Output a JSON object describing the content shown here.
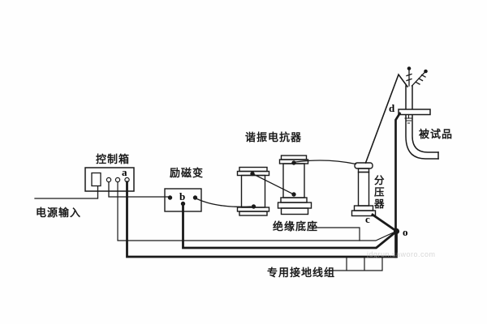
{
  "diagram": {
    "title_context": "resonant-test-circuit-diagram",
    "labels": {
      "control_box": "控制箱",
      "power_input": "电源输入",
      "excitation_transformer": "励磁变",
      "resonant_reactor": "谐振电抗器",
      "insulation_base": "绝缘底座",
      "voltage_divider": "分压器",
      "test_object": "被试品",
      "ground_wire_set": "专用接地线组"
    },
    "terminals": {
      "a": "a",
      "b": "b",
      "c": "c",
      "d": "d",
      "o": "o"
    },
    "watermark": "jdgrun.saworo.com",
    "colors": {
      "line": "#1a1a1a",
      "background": "#fefefe"
    }
  }
}
